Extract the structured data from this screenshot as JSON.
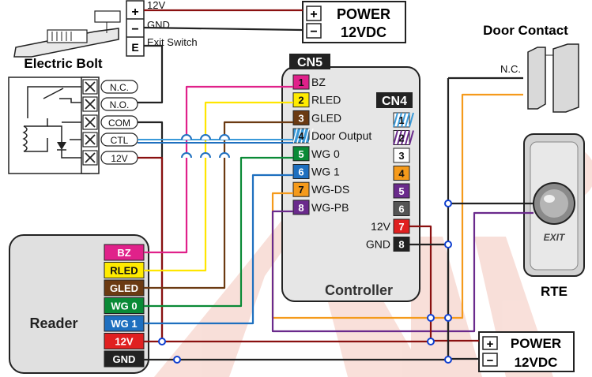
{
  "power_top": {
    "plus": "+",
    "minus": "−",
    "title": "POWER",
    "voltage": "12VDC"
  },
  "power_bottom": {
    "plus": "+",
    "minus": "−",
    "title": "POWER",
    "voltage": "12VDC"
  },
  "bolt": {
    "title": "Electric Bolt",
    "terminals": [
      {
        "symbol": "+",
        "label": "12V"
      },
      {
        "symbol": "−",
        "label": "GND"
      },
      {
        "symbol": "E",
        "label": "Exit Switch"
      }
    ]
  },
  "relay": {
    "pins": [
      "N.C.",
      "N.O.",
      "COM",
      "CTL",
      "12V"
    ]
  },
  "cn5": {
    "title": "CN5",
    "pins": [
      {
        "num": "1",
        "label": "BZ",
        "color": "#e0218a"
      },
      {
        "num": "2",
        "label": "RLED",
        "color": "#ffeb00"
      },
      {
        "num": "3",
        "label": "GLED",
        "color": "#6b3a12"
      },
      {
        "num": "4",
        "label": "Door Output",
        "color": "#3a9ad9"
      },
      {
        "num": "5",
        "label": "WG 0",
        "color": "#0a8a36"
      },
      {
        "num": "6",
        "label": "WG 1",
        "color": "#1e6fbf"
      },
      {
        "num": "7",
        "label": "WG-DS",
        "color": "#f59a1b"
      },
      {
        "num": "8",
        "label": "WG-PB",
        "color": "#6a2a8c"
      }
    ]
  },
  "cn4": {
    "title": "CN4",
    "pins": [
      {
        "num": "1",
        "label": ""
      },
      {
        "num": "2",
        "label": ""
      },
      {
        "num": "3",
        "label": ""
      },
      {
        "num": "4",
        "label": ""
      },
      {
        "num": "5",
        "label": ""
      },
      {
        "num": "6",
        "label": ""
      },
      {
        "num": "7",
        "label": "12V"
      },
      {
        "num": "8",
        "label": "GND"
      }
    ]
  },
  "controller": {
    "title": "Controller"
  },
  "reader": {
    "title": "Reader",
    "pins": [
      {
        "label": "BZ",
        "color": "#e0218a"
      },
      {
        "label": "RLED",
        "color": "#ffeb00"
      },
      {
        "label": "GLED",
        "color": "#6b3a12"
      },
      {
        "label": "WG 0",
        "color": "#0a8a36"
      },
      {
        "label": "WG 1",
        "color": "#1e6fbf"
      },
      {
        "label": "12V",
        "color": "#e02020"
      },
      {
        "label": "GND",
        "color": "#222222"
      }
    ]
  },
  "door_contact": {
    "title": "Door Contact",
    "state": "N.C."
  },
  "rte": {
    "title": "RTE",
    "button": "EXIT"
  },
  "colors": {
    "red": "#e02020",
    "darkred": "#8a1010",
    "blue": "#1040d0",
    "watermark": "#f4c6bb"
  }
}
